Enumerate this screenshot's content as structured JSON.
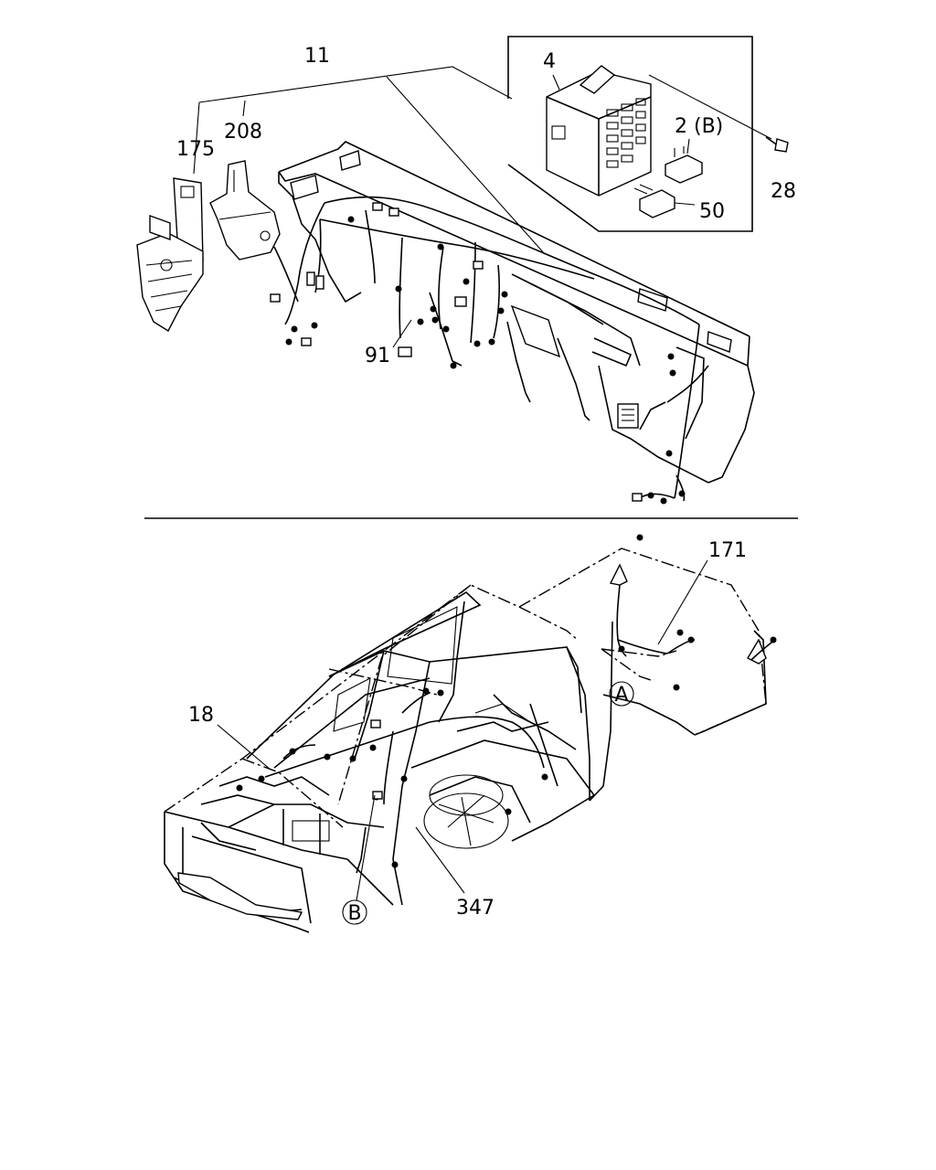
{
  "callouts": {
    "c11": "11",
    "c4": "4",
    "c2b": "2 (B)",
    "c28": "28",
    "c50": "50",
    "c175": "175",
    "c208": "208",
    "c91": "91",
    "c171": "171",
    "c18": "18",
    "c347": "347",
    "markerA": "A",
    "markerB": "B"
  }
}
